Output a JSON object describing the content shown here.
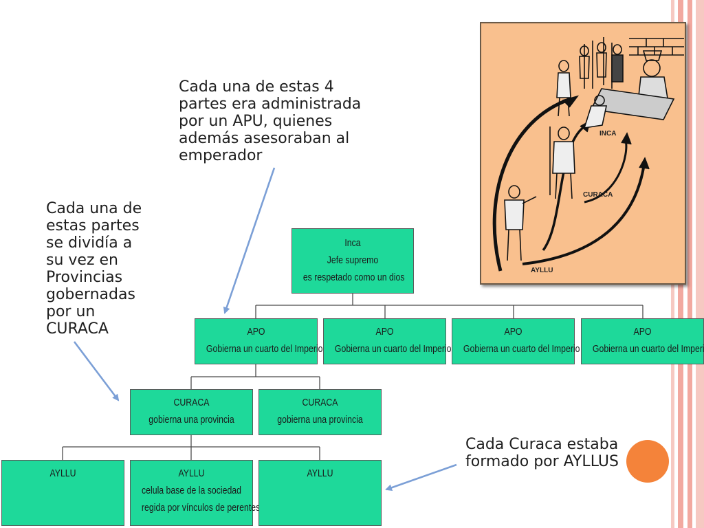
{
  "callouts": {
    "apu_note": [
      "Cada una de estas 4",
      "partes era administrada",
      "por un APU, quienes",
      "además asesoraban al",
      "emperador"
    ],
    "provincias_note": [
      "Cada una de",
      "estas partes",
      "se dividía a",
      "su vez en",
      "Provincias",
      "gobernadas",
      "por un",
      "CURACA"
    ],
    "curaca_note": [
      "Cada Curaca estaba",
      "formado por AYLLUS"
    ]
  },
  "org_chart": {
    "inca": [
      "Inca",
      "Jefe supremo",
      "es respetado como un dios"
    ],
    "apo": [
      [
        "APO",
        "Gobierna un cuarto del Imperio"
      ],
      [
        "APO",
        "Gobierna un cuarto del Imperio"
      ],
      [
        "APO",
        "Gobierna un cuarto del Imperio"
      ],
      [
        "APO",
        "Gobierna un cuarto del Imperio"
      ]
    ],
    "curaca": [
      [
        "CURACA",
        "gobierna una provincia"
      ],
      [
        "CURACA",
        "gobierna una provincia"
      ]
    ],
    "ayllu": [
      [
        "AYLLU"
      ],
      [
        "AYLLU",
        "celula base de la sociedad",
        "regida por vínculos de perentesco"
      ],
      [
        "AYLLU"
      ]
    ]
  },
  "illustration": {
    "labels": [
      "INCA",
      "CURACA",
      "AYLLU"
    ]
  },
  "colors": {
    "box_fill": "#1ed99a",
    "arrow": "#7b9fd6",
    "illustration_bg": "#f9c08e",
    "accent_dot": "#f4833a",
    "stripe": "#f2a9a0"
  }
}
